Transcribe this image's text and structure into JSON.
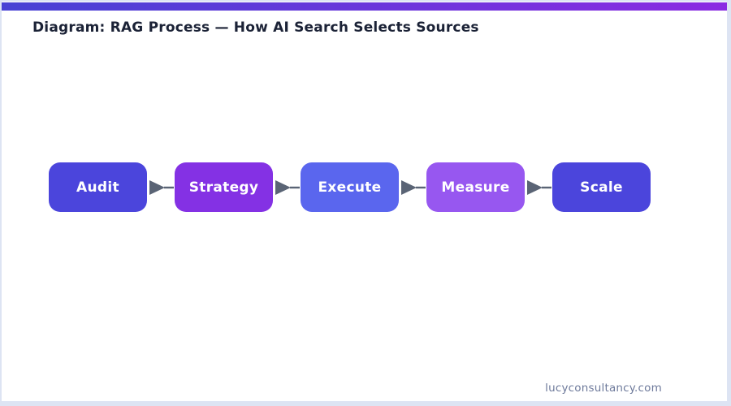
{
  "page": {
    "title": "Diagram: RAG Process — How AI Search Selects Sources",
    "footer": "lucyconsultancy.com"
  },
  "diagram": {
    "type": "flowchart",
    "direction": "left-to-right",
    "steps": [
      {
        "label": "Audit",
        "color": "#4b45dc"
      },
      {
        "label": "Strategy",
        "color": "#8431e4"
      },
      {
        "label": "Execute",
        "color": "#5a66ee"
      },
      {
        "label": "Measure",
        "color": "#9757f0"
      },
      {
        "label": "Scale",
        "color": "#4b45dc"
      }
    ],
    "arrow_color": "#5a6475",
    "step_text_color": "#ffffff"
  },
  "theme": {
    "accent_gradient": [
      "#4742d4",
      "#8b2be2"
    ],
    "border_color": "#dde4f3",
    "title_color": "#1b2236",
    "footer_color": "#6e7a9b",
    "background": "#ffffff"
  }
}
